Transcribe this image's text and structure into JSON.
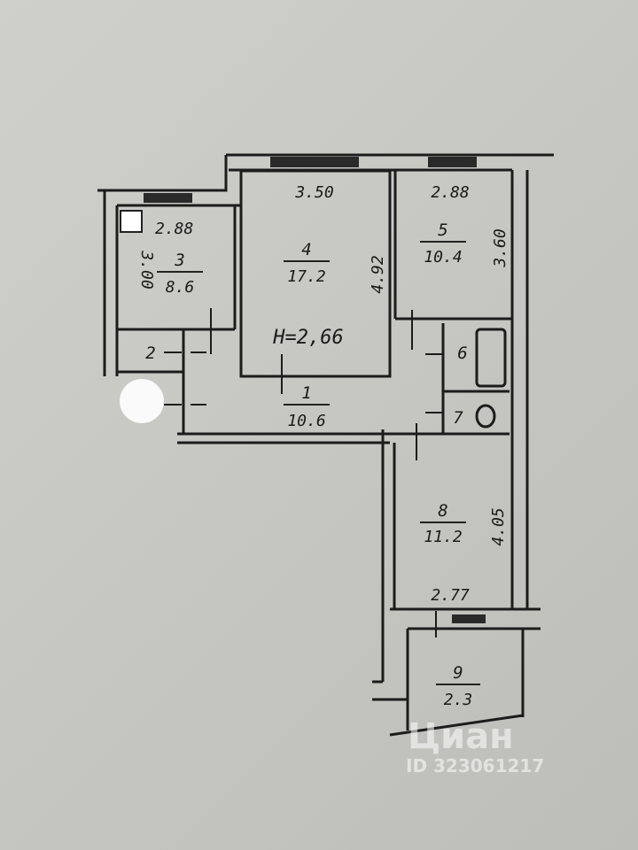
{
  "plan": {
    "ceiling_height": "H=2,66",
    "rooms": [
      {
        "number": "1",
        "area": "10.6"
      },
      {
        "number": "2"
      },
      {
        "number": "3",
        "area": "8.6"
      },
      {
        "number": "4",
        "area": "17.2"
      },
      {
        "number": "5",
        "area": "10.4"
      },
      {
        "number": "6"
      },
      {
        "number": "7"
      },
      {
        "number": "8",
        "area": "11.2"
      },
      {
        "number": "9",
        "area": "2.3"
      }
    ],
    "dimensions": {
      "kitchen_width": "2.88",
      "kitchen_length": "3.00",
      "room4_width": "3.50",
      "room4_length": "4.92",
      "room5_width": "2.88",
      "room5_length": "3.60",
      "room8_length": "4.05",
      "room8_width": "2.77"
    }
  },
  "watermark": {
    "brand": "Циан",
    "id": "ID 323061217"
  }
}
